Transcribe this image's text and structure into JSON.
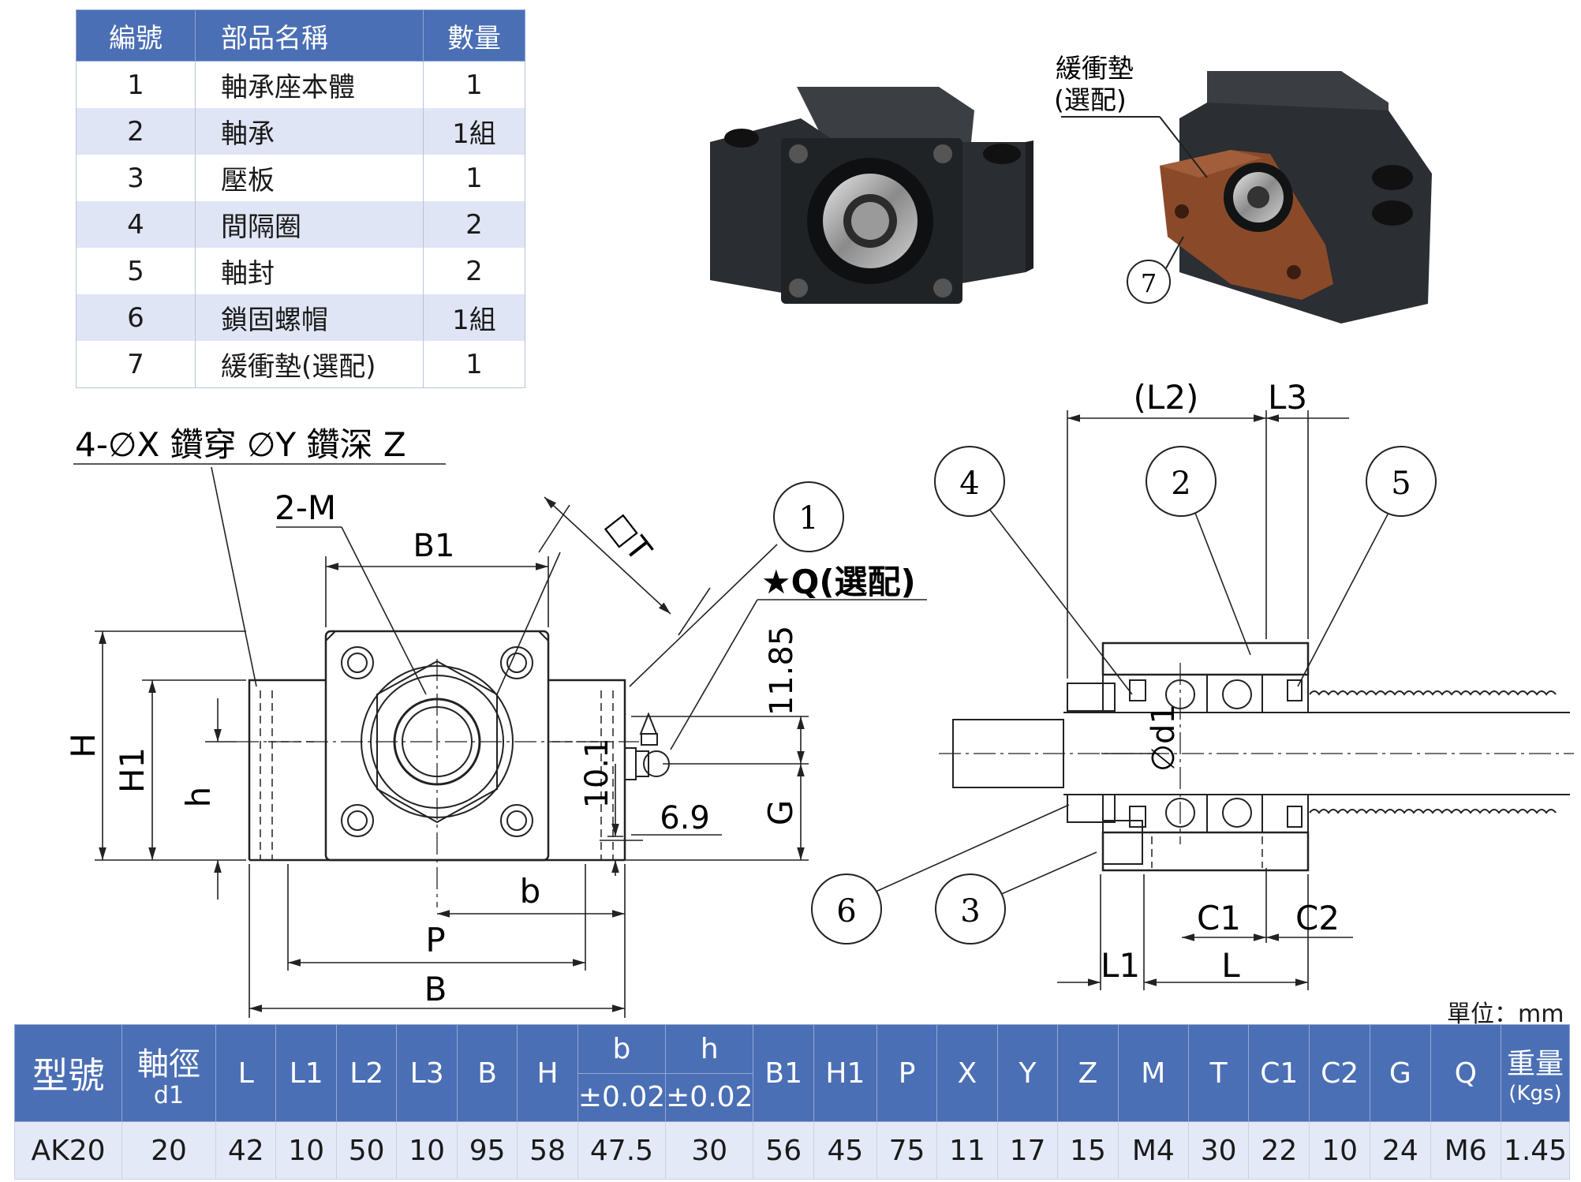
{
  "parts_table": {
    "headers": [
      "編號",
      "部品名稱",
      "數量"
    ],
    "rows": [
      {
        "no": "1",
        "name": "軸承座本體",
        "qty": "1"
      },
      {
        "no": "2",
        "name": "軸承",
        "qty": "1組"
      },
      {
        "no": "3",
        "name": "壓板",
        "qty": "1"
      },
      {
        "no": "4",
        "name": "間隔圈",
        "qty": "2"
      },
      {
        "no": "5",
        "name": "軸封",
        "qty": "2"
      },
      {
        "no": "6",
        "name": "鎖固螺帽",
        "qty": "1組"
      },
      {
        "no": "7",
        "name": "緩衝墊(選配)",
        "qty": "1"
      }
    ]
  },
  "photo": {
    "cushion_label_line1": "緩衝墊",
    "cushion_label_line2": "(選配)",
    "cushion_callout": "7",
    "body_color": "#2c2f33",
    "cushion_color": "#8a4a2a"
  },
  "front_view": {
    "hole_note": "4-∅X 鑽穿  ∅Y 鑽深 Z",
    "tap_note": "2-M",
    "grease_note": "★Q(選配)",
    "callout_1": "1",
    "dims": {
      "B1": "B1",
      "T": "□T",
      "H": "H",
      "H1": "H1",
      "h": "h",
      "b": "b",
      "P": "P",
      "B": "B",
      "G": "G",
      "v1185": "11.85",
      "v101": "10.1",
      "v69": "6.9"
    }
  },
  "section_view": {
    "callouts": [
      "4",
      "2",
      "5",
      "6",
      "3"
    ],
    "dims": {
      "L2": "(L2)",
      "L3": "L3",
      "d1": "∅d1",
      "C1": "C1",
      "C2": "C2",
      "L1": "L1",
      "L": "L"
    }
  },
  "unit": "單位：mm",
  "spec_table": {
    "model_header": "型號",
    "shaft_header": "軸徑",
    "shaft_sub": "d1",
    "weight_header": "重量",
    "weight_sub": "(Kgs)",
    "tol_b": "b",
    "tol_h": "h",
    "tol_value": "±0.02",
    "cols": [
      "L",
      "L1",
      "L2",
      "L3",
      "B",
      "H",
      "B1",
      "H1",
      "P",
      "X",
      "Y",
      "Z",
      "M",
      "T",
      "C1",
      "C2",
      "G",
      "Q"
    ],
    "row": {
      "model": "AK20",
      "d1": "20",
      "L": "42",
      "L1": "10",
      "L2": "50",
      "L3": "10",
      "B": "95",
      "H": "58",
      "b": "47.5",
      "h": "30",
      "B1": "56",
      "H1": "45",
      "P": "75",
      "X": "11",
      "Y": "17",
      "Z": "15",
      "M": "M4",
      "T": "30",
      "C1": "22",
      "C2": "10",
      "G": "24",
      "Q": "M6",
      "weight": "1.45"
    }
  }
}
